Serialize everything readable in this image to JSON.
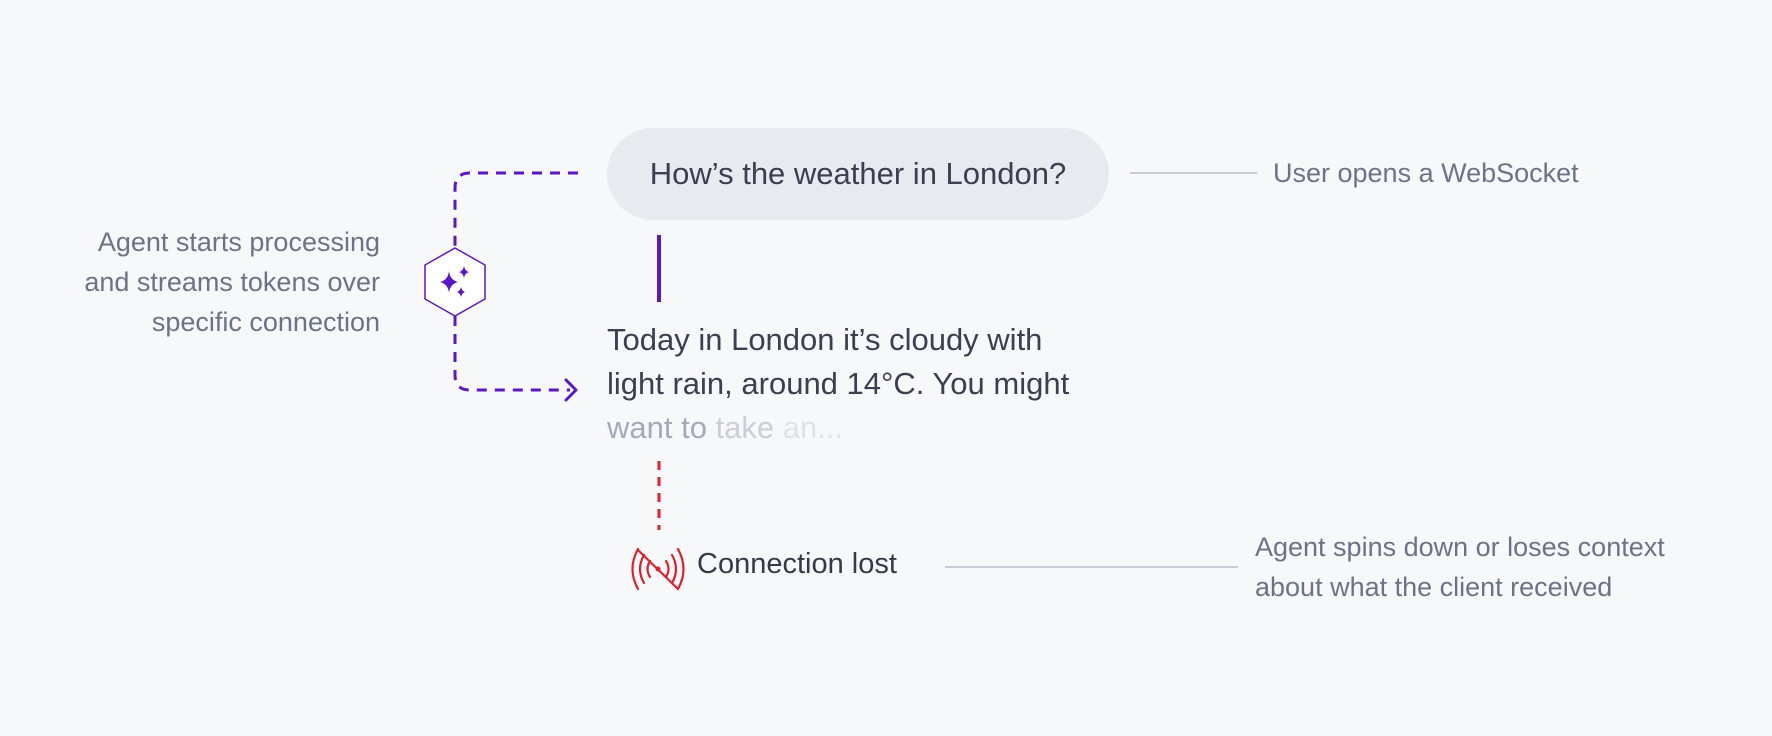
{
  "user_message": "How’s the weather in London?",
  "response": {
    "line1": "Today in London it’s cloudy with",
    "line2": "light rain, around 14°C. You might",
    "line3": {
      "part1": "want",
      "part2": " to",
      "part3": " take",
      "part4": " an..."
    }
  },
  "connection_lost_label": "Connection lost",
  "notes": {
    "left": [
      "Agent starts processing",
      "and streams tokens over",
      "specific connection"
    ],
    "right_top": "User opens a WebSocket",
    "right_bottom": [
      "Agent spins down or loses context",
      "about what the client received"
    ]
  },
  "icons": {
    "agent": "sparkles-icon",
    "connection_lost": "signal-off-icon"
  },
  "colors": {
    "accent": "#5b16c7",
    "error": "#e0202a",
    "bubble_bg": "#e8eaf0",
    "text": "#3a4050",
    "muted": "#6b7386"
  }
}
